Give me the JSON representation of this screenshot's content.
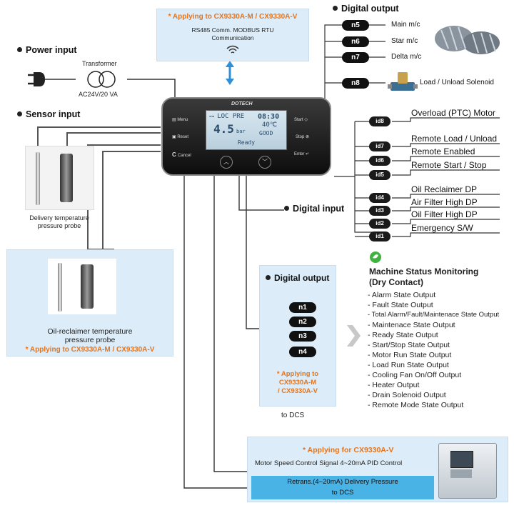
{
  "comm_box": {
    "applying": "* Applying to CX9330A-M / CX9330A-V",
    "line1": "RS485 Comm. MODBUS RTU",
    "line2": "Communication"
  },
  "power": {
    "title": "Power input",
    "transformer": "Transformer",
    "spec": "AC24V/20 VA"
  },
  "sensor": {
    "title": "Sensor input",
    "probe1_line1": "Delivery temperature",
    "probe1_line2": "pressure probe",
    "probe2_line1": "Oil-reclaimer temperature",
    "probe2_line2": "pressure probe",
    "probe2_applying": "* Applying to CX9330A-M / CX9330A-V"
  },
  "controller": {
    "brand": "DOTECH",
    "btn_menu": "Menu",
    "btn_reset": "Reset",
    "btn_cancel": "Cancel",
    "btn_start": "Start",
    "btn_stop": "Stop",
    "btn_enter": "Enter",
    "lcd_mode": "LOC PRE",
    "lcd_time": "08:30",
    "lcd_pressure": "4.5",
    "lcd_unit": "bar",
    "lcd_temp": "40",
    "lcd_temp_unit": "℃",
    "lcd_status": "GOOD",
    "lcd_state": "Ready"
  },
  "digital_output_top": {
    "title": "Digital output",
    "items": [
      {
        "tag": "n5",
        "label": "Main m/c"
      },
      {
        "tag": "n6",
        "label": "Star m/c"
      },
      {
        "tag": "n7",
        "label": "Delta m/c"
      },
      {
        "tag": "n8",
        "label": "Load / Unload Solenoid"
      }
    ]
  },
  "digital_input": {
    "title": "Digital input",
    "items": [
      {
        "tag": "id8",
        "label": "Overload (PTC) Motor"
      },
      {
        "tag": "id7",
        "label": "Remote Load / Unload"
      },
      {
        "tag": "id6",
        "label": "Remote Enabled"
      },
      {
        "tag": "id5",
        "label": "Remote Start / Stop"
      },
      {
        "tag": "id4",
        "label": "Oil Reclaimer DP"
      },
      {
        "tag": "id3",
        "label": "Air Filter High DP"
      },
      {
        "tag": "id2",
        "label": "Oil Filter High DP"
      },
      {
        "tag": "id1",
        "label": "Emergency S/W"
      }
    ]
  },
  "digital_output_bottom": {
    "title": "Digital output",
    "tags": [
      "n1",
      "n2",
      "n3",
      "n4"
    ],
    "applying_1": "* Applying to",
    "applying_2": "CX9330A-M",
    "applying_3": "/ CX9330A-V",
    "to_dcs": "to DCS"
  },
  "machine_status": {
    "title_1": "Machine Status Monitoring",
    "title_2": "(Dry Contact)",
    "items": [
      "- Alarm State Output",
      "- Fault State Output",
      "- Total Alarm/Fault/Maintenace State Output",
      "- Maintenace State Output",
      "- Ready State Output",
      "- Start/Stop State Output",
      "- Motor Run State Output",
      "- Load Run State Output",
      "- Cooling Fan On/Off Output",
      "- Heater Output",
      "- Drain Solenoid Output",
      "- Remote Mode State Output"
    ]
  },
  "bottom_box": {
    "applying": "* Applying for CX9330A-V",
    "motor_signal": "Motor Speed Control Signal  4~20mA PID Control",
    "retrans_1": "Retrans.(4~20mA) Delivery Pressure",
    "retrans_2": "to DCS"
  },
  "colors": {
    "accent_orange": "#e8741a",
    "box_blue": "#dcecf8",
    "retrans_blue": "#49b3e6",
    "arrow_blue": "#2f8fd8"
  }
}
